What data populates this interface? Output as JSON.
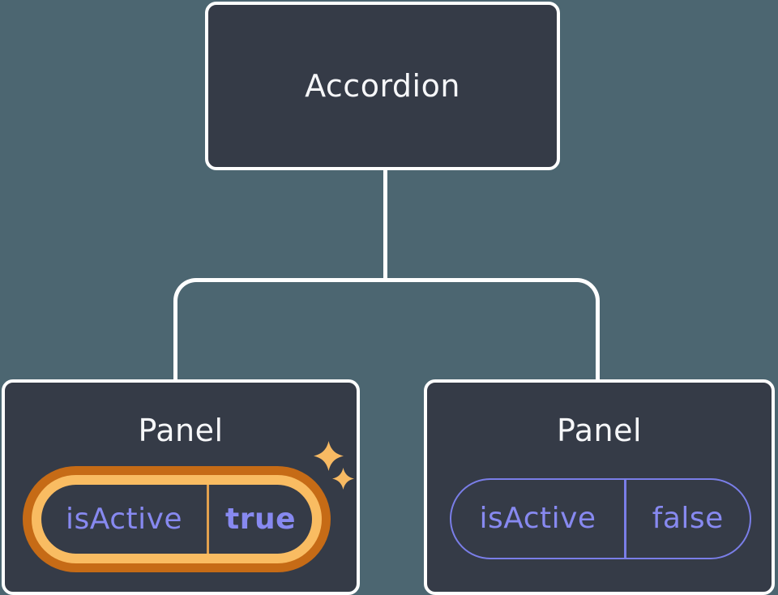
{
  "tree": {
    "root": {
      "label": "Accordion"
    },
    "children": [
      {
        "label": "Panel",
        "prop": {
          "name": "isActive",
          "value": "true"
        },
        "highlighted": true
      },
      {
        "label": "Panel",
        "prop": {
          "name": "isActive",
          "value": "false"
        },
        "highlighted": false
      }
    ]
  },
  "icons": {
    "sparkle_large": "sparkle-icon",
    "sparkle_small": "sparkle-icon"
  },
  "colors": {
    "background": "#4c6671",
    "node_fill": "#353b47",
    "node_border": "#ffffff",
    "connector": "#ffffff",
    "label_text": "#f6f7f9",
    "prop_text": "#8789f0",
    "inactive_pill_border": "#7a7ee8",
    "highlight_ring_outer": "#c66b16",
    "highlight_ring_inner": "#f9bc62",
    "highlight_divider": "#e2a04e",
    "sparkle": "#f8ba63"
  }
}
